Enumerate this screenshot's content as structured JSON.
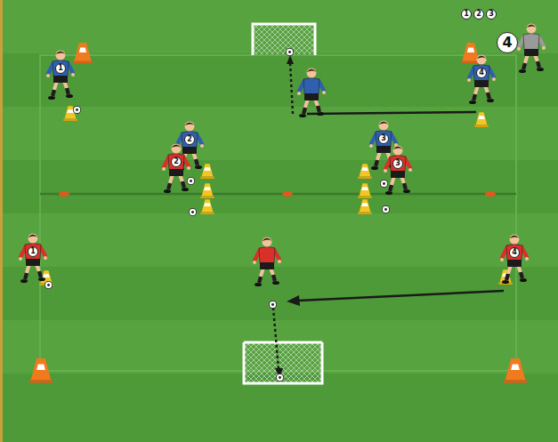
{
  "diagram": {
    "labels": [
      "1",
      "2",
      "3",
      "4",
      "1",
      "4",
      "2",
      "2",
      "3",
      "3",
      "1",
      "4"
    ]
  }
}
